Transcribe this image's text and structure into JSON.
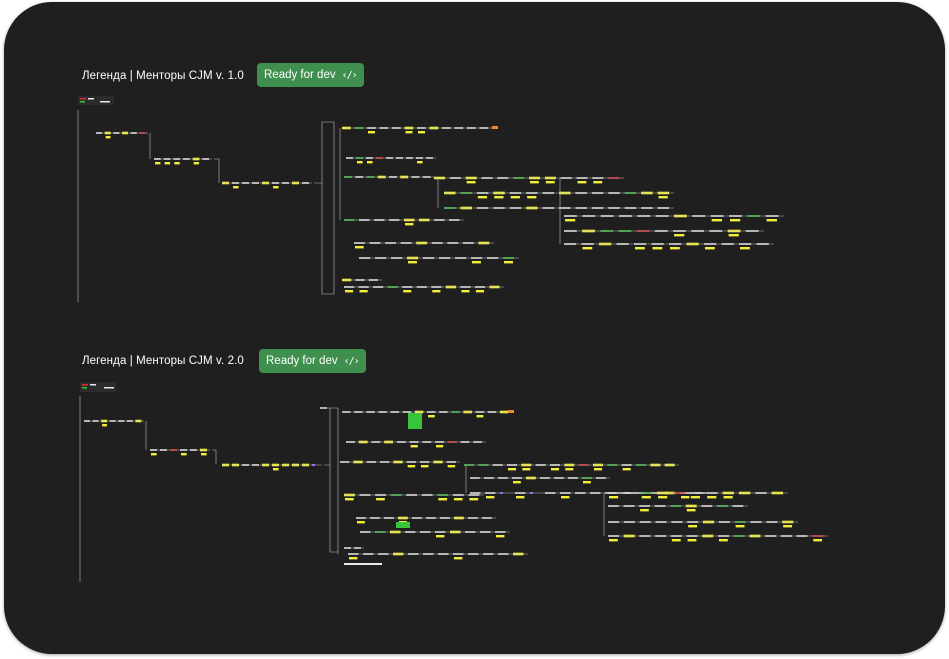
{
  "colors": {
    "background": "#1f1f1f",
    "badge": "#3f8f4e",
    "connector": "#bdbdbd",
    "node_white": "#e8e8e8",
    "node_yellow": "#f2ee3a",
    "node_green": "#39c43c",
    "node_red": "#e02a2a",
    "node_orange": "#f08a2a",
    "node_purple": "#8b5cf6"
  },
  "sections": [
    {
      "title": "Легенда | Менторы CJM v. 1.0",
      "badge_label": "Ready for dev",
      "badge_icon": "code-brackets-icon",
      "badge_icon_glyph": "‹/›"
    },
    {
      "title": "Легенда | Менторы CJM v. 2.0",
      "badge_label": "Ready for dev",
      "badge_icon": "code-brackets-icon",
      "badge_icon_glyph": "‹/›"
    }
  ]
}
